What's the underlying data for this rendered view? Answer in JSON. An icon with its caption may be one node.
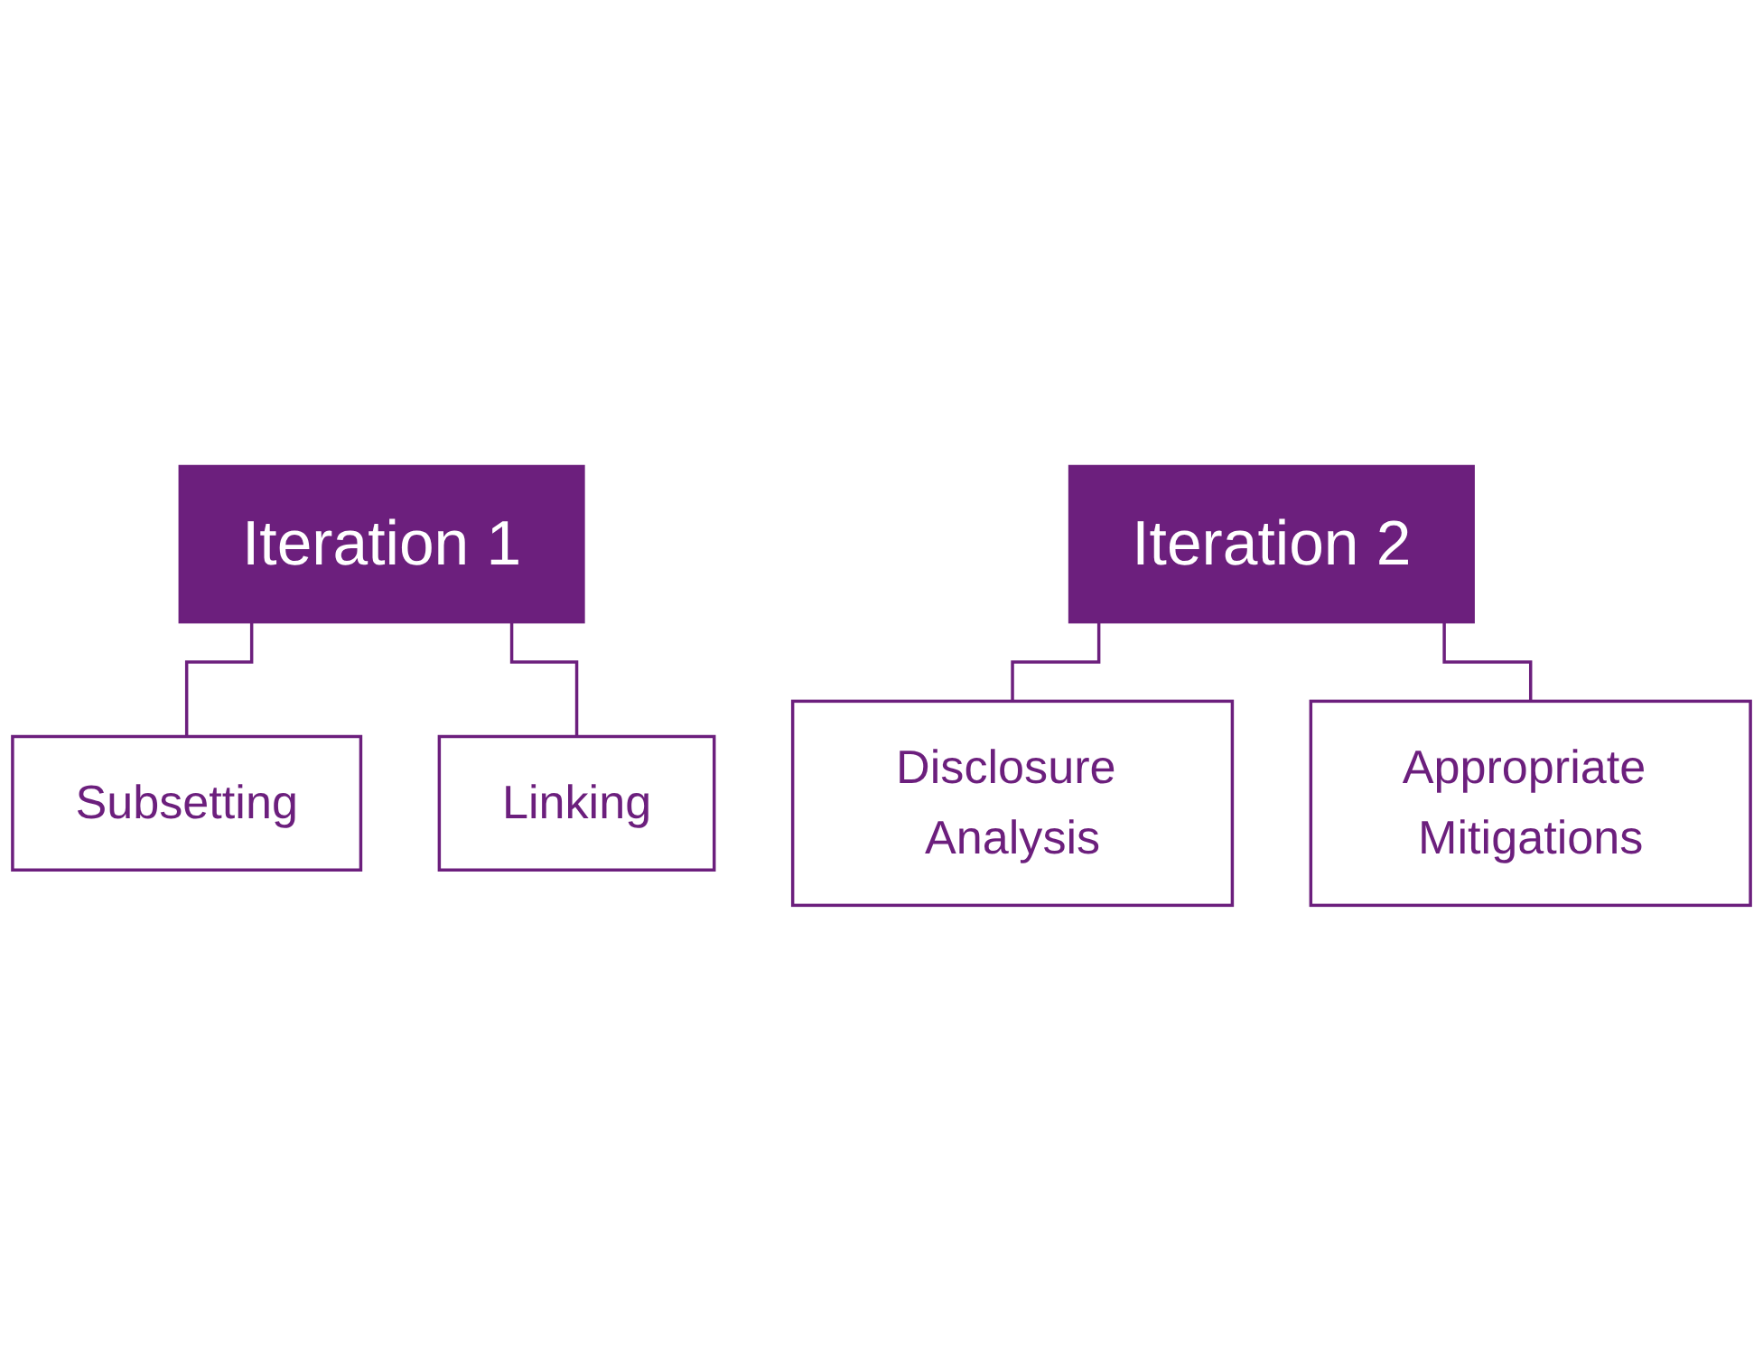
{
  "diagram": {
    "nodes": [
      {
        "text": [
          "Iteration 1"
        ]
      },
      {
        "text": [
          "Subsetting"
        ]
      },
      {
        "text": [
          "Linking"
        ]
      },
      {
        "text": [
          "Iteration 2"
        ]
      },
      {
        "text": [
          "Disclosure Analysis"
        ]
      },
      {
        "text": [
          "Appropriate Mitigations"
        ]
      }
    ],
    "edges": [
      {
        "from": 0,
        "to": 1,
        "arrow": "none"
      },
      {
        "from": 0,
        "to": 2,
        "arrow": "none"
      },
      {
        "from": 3,
        "to": 4,
        "arrow": "none"
      },
      {
        "from": 3,
        "to": 5,
        "arrow": "none"
      }
    ]
  }
}
